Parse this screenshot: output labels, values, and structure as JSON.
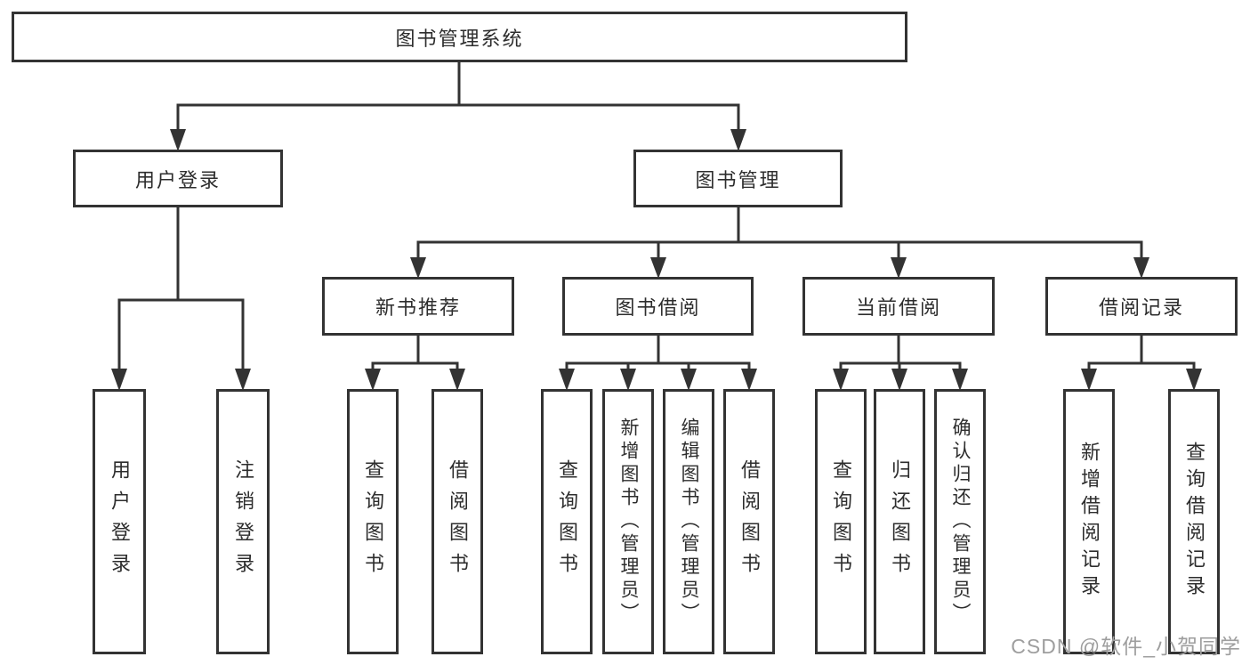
{
  "diagram": {
    "root": {
      "label": "图书管理系统"
    },
    "children": [
      {
        "label": "用户登录",
        "children": [
          {
            "label": "用户登录"
          },
          {
            "label": "注销登录"
          }
        ]
      },
      {
        "label": "图书管理",
        "children": [
          {
            "label": "新书推荐",
            "children": [
              {
                "label": "查询图书"
              },
              {
                "label": "借阅图书"
              }
            ]
          },
          {
            "label": "图书借阅",
            "children": [
              {
                "label": "查询图书"
              },
              {
                "label": "新增图书（管理员）"
              },
              {
                "label": "编辑图书（管理员）"
              },
              {
                "label": "借阅图书"
              }
            ]
          },
          {
            "label": "当前借阅",
            "children": [
              {
                "label": "查询图书"
              },
              {
                "label": "归还图书"
              },
              {
                "label": "确认归还（管理员）"
              }
            ]
          },
          {
            "label": "借阅记录",
            "children": [
              {
                "label": "新增借阅记录"
              },
              {
                "label": "查询借阅记录"
              }
            ]
          }
        ]
      }
    ]
  },
  "watermark": {
    "text": "CSDN @软件_小贺同学"
  },
  "colors": {
    "line": "#333333",
    "text": "#2d2d2d",
    "box_background": "#ffffff",
    "watermark": "#9e9e9e",
    "background": "#ffffff"
  }
}
